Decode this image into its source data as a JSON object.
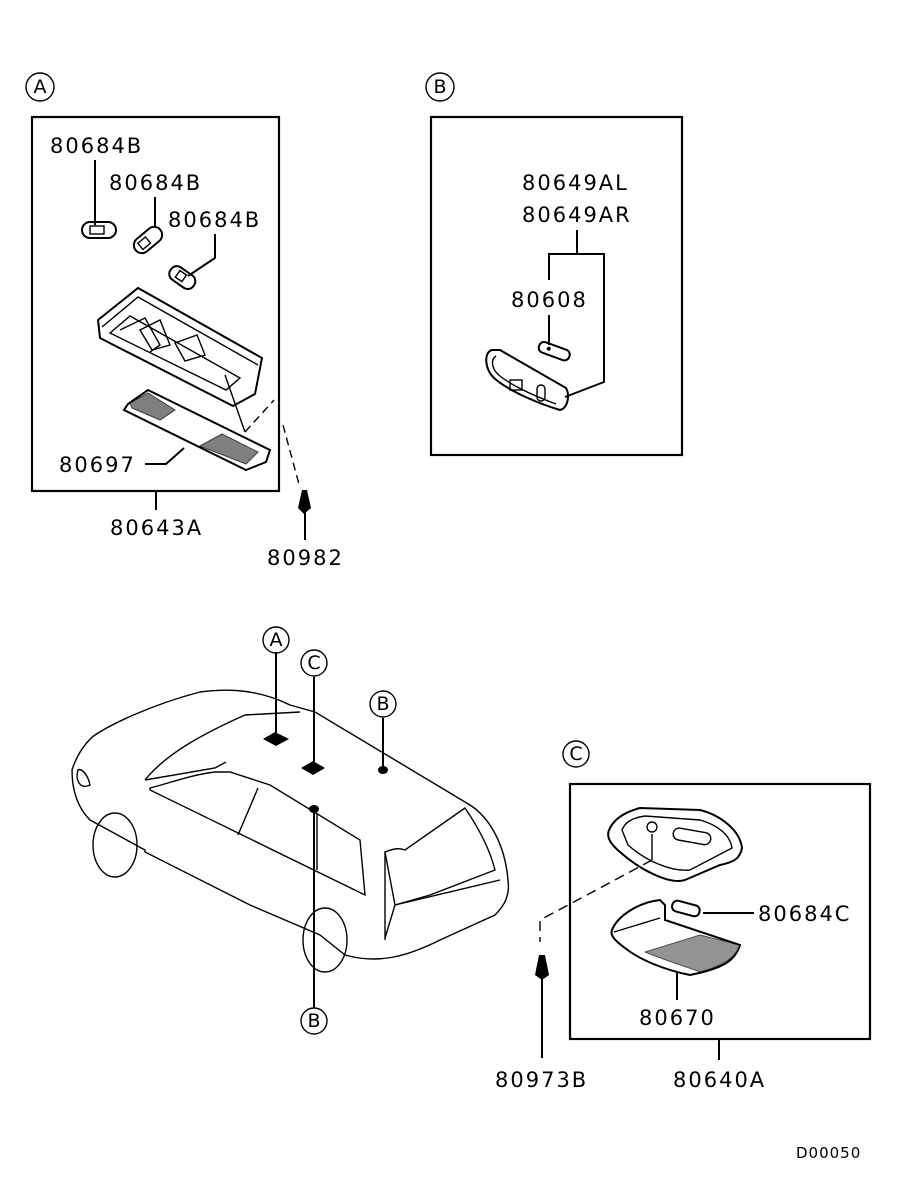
{
  "diagram": {
    "code": "D00050",
    "sections": {
      "A": {
        "marker": "A",
        "labels": {
          "bulb1": "80684B",
          "bulb2": "80684B",
          "bulb3": "80684B",
          "lens": "80697",
          "assembly": "80643A",
          "screw": "80982"
        }
      },
      "B": {
        "marker": "B",
        "labels": {
          "lamp_left": "80649AL",
          "lamp_right": "80649AR",
          "bulb": "80608"
        }
      },
      "C": {
        "marker": "C",
        "labels": {
          "bulb": "80684C",
          "lens": "80670",
          "assembly": "80640A",
          "screw": "80973B"
        }
      }
    },
    "vehicle": {
      "markers": [
        "A",
        "C",
        "B",
        "B"
      ]
    }
  }
}
